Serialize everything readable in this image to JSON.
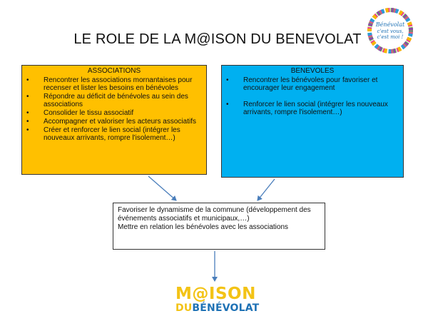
{
  "title": "LE ROLE DE LA M@ISON DU BENEVOLAT",
  "badge": {
    "text_line1": "Bénévolat",
    "text_line2": "c'est vous,",
    "text_line3": "c'est moi !"
  },
  "associations": {
    "header": "ASSOCIATIONS",
    "color": "#FFC000",
    "items": [
      "Rencontrer les associations mornantaises pour recenser et lister les besoins en bénévoles",
      "Répondre au déficit de bénévoles au sein des associations",
      "Consolider le tissu associatif",
      "Accompagner et valoriser les acteurs associatifs",
      "Créer et renforcer le lien social (intégrer les nouveaux arrivants, rompre l'isolement…)"
    ]
  },
  "benevoles": {
    "header": "BENEVOLES",
    "color": "#00B0F0",
    "items": [
      "Rencontrer les bénévoles pour favoriser et encourager leur engagement",
      "Renforcer le lien social (intégrer les nouveaux arrivants, rompre l'isolement…)"
    ]
  },
  "center": {
    "line1": "Favoriser le dynamisme de la commune (développement des événements associatifs et municipaux,…)",
    "line2": "Mettre en relation les bénévoles avec les associations"
  },
  "logo": {
    "line1": "M@ISON",
    "du": "DU",
    "benevolat": "BÉNÉVOLAT"
  }
}
